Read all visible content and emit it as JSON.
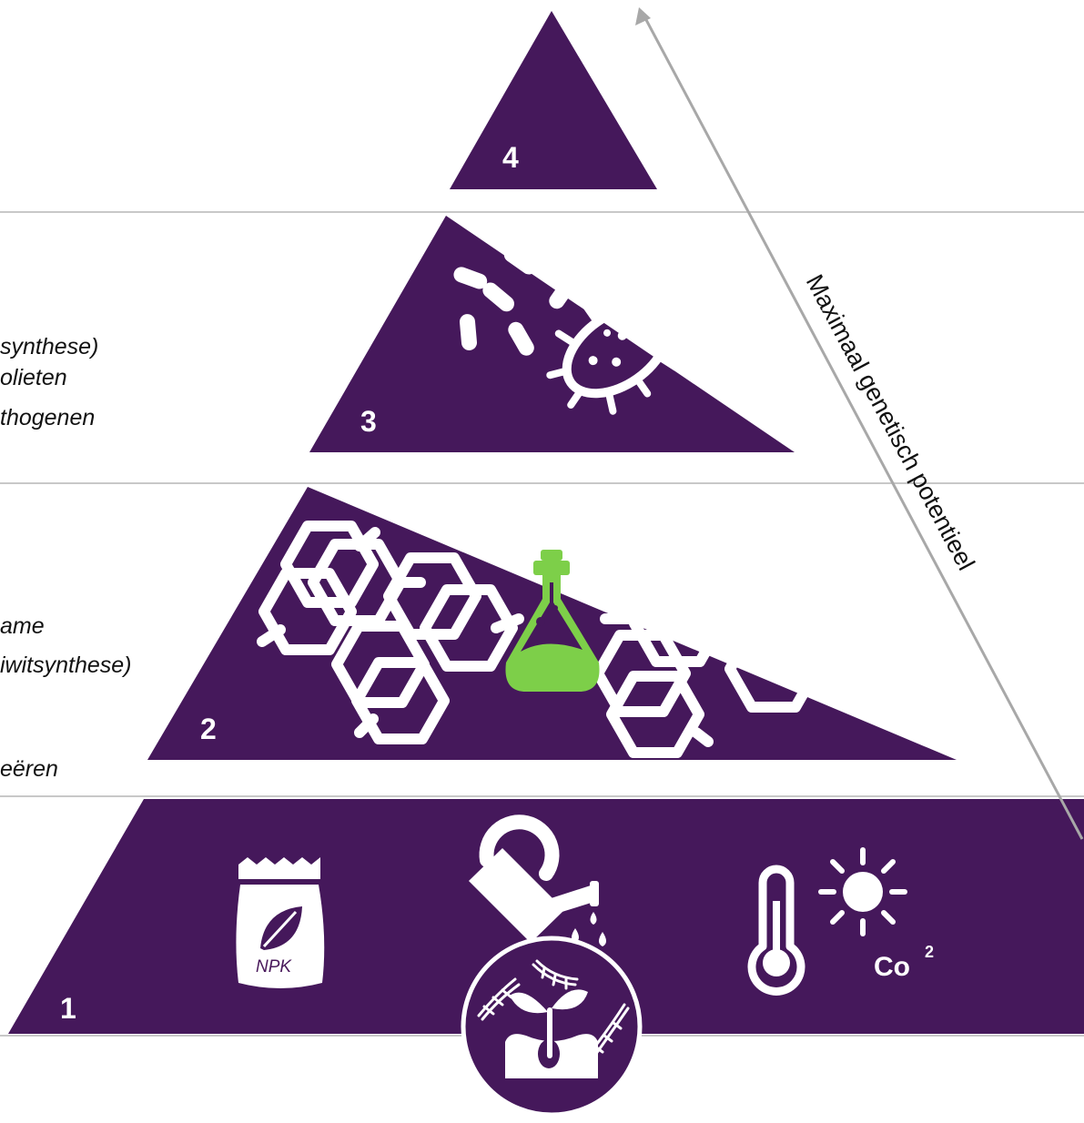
{
  "pyramid": {
    "levels": [
      {
        "number": "4"
      },
      {
        "number": "3"
      },
      {
        "number": "2"
      },
      {
        "number": "1"
      }
    ],
    "axis_label": "Maximaal genetisch potentieel",
    "base_icons": {
      "fertilizer_label": "NPK",
      "co2_label": "Co",
      "co2_sup": "2"
    }
  },
  "side_texts": {
    "level3": [
      "synthese)",
      "olieten",
      "thogenen"
    ],
    "level2": [
      "ame",
      "iwitsynthese)",
      "eëren"
    ]
  },
  "colors": {
    "pyramid": "#45185b",
    "divider": "#c8c8c8",
    "axis_arrow": "#a8a8a8",
    "flask": "#7dcf49",
    "icons": "#ffffff"
  },
  "icons": [
    "bacteria-icon",
    "molecule-chain-icon",
    "flask-icon",
    "fertilizer-bag-icon",
    "watering-can-icon",
    "water-drops-icon",
    "thermometer-icon",
    "sun-icon",
    "plant-dna-icon"
  ]
}
